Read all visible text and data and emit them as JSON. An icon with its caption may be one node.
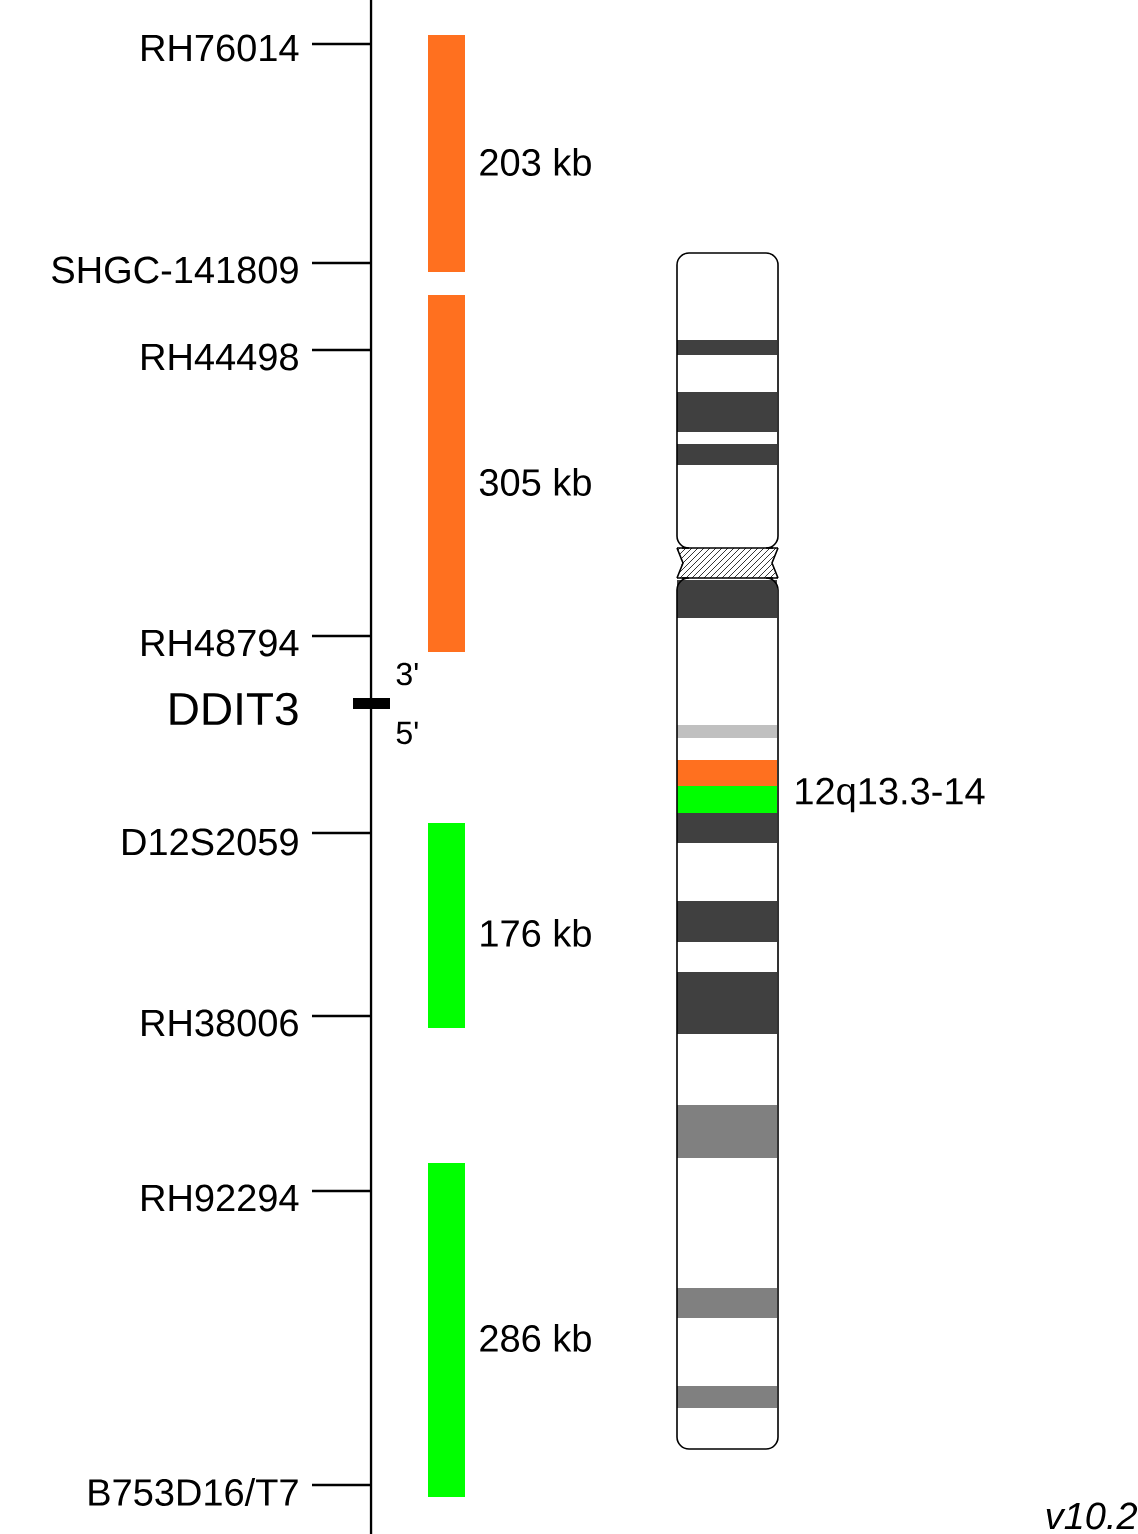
{
  "diagram": {
    "nodes": [
      {
        "text": [
          "203 kb"
        ]
      },
      {
        "text": [
          "305 kb"
        ]
      },
      {
        "text": [
          "176 kb"
        ]
      },
      {
        "text": [
          "286 kb"
        ]
      }
    ],
    "labels": [
      "RH76014",
      "SHGC-141809",
      "RH44498",
      "RH48794",
      "3'",
      "DDIT3",
      "5'",
      "12q13.3-14",
      "D12S2059",
      "RH38006",
      "RH92294",
      "B753D16/T7",
      "v10.2"
    ]
  }
}
